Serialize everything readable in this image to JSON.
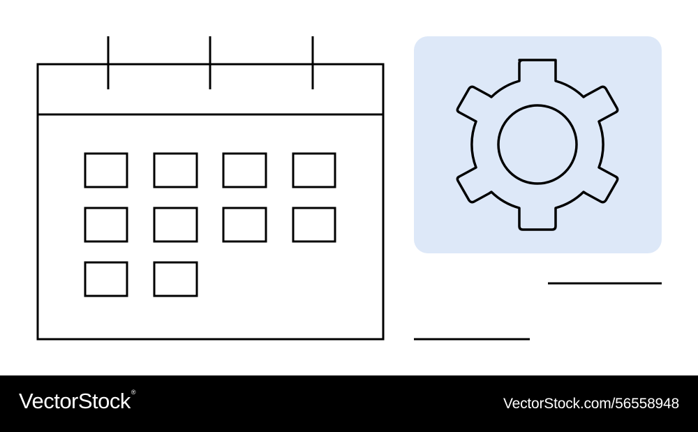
{
  "illustration": {
    "calendar_icon": "calendar-icon",
    "settings_icon": "gear-icon",
    "calendar_day_cells": 10,
    "panel_color": "#dde8f8",
    "stroke_color": "#000000"
  },
  "footer": {
    "brand": "VectorStock",
    "brand_mark": "®",
    "image_id": "VectorStock.com/56558948",
    "background_color": "#000000"
  }
}
